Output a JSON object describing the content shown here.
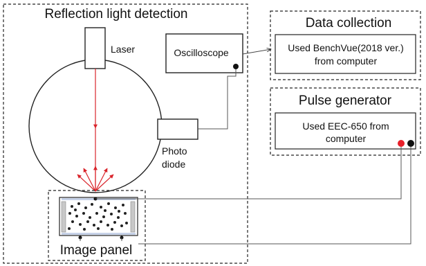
{
  "reflection_section": {
    "title": "Reflection light detection"
  },
  "laser": {
    "label": "Laser"
  },
  "oscilloscope": {
    "label": "Oscilloscope"
  },
  "photodiode": {
    "label_line1": "Photo",
    "label_line2": "diode"
  },
  "image_panel": {
    "label": "Image panel"
  },
  "data_collection": {
    "title": "Data collection",
    "box_line1": "Used BenchVue(2018 ver.)",
    "box_line2": "from computer"
  },
  "pulse_generator": {
    "title": "Pulse generator",
    "box_line1": "Used EEC-650 from",
    "box_line2": "computer"
  },
  "colors": {
    "laser_beam": "#d9232a",
    "red_terminal": "#e8202a",
    "black_terminal": "#111111",
    "panel_wall": "#c8c8c8",
    "panel_electrode": "#c6d2e8"
  }
}
